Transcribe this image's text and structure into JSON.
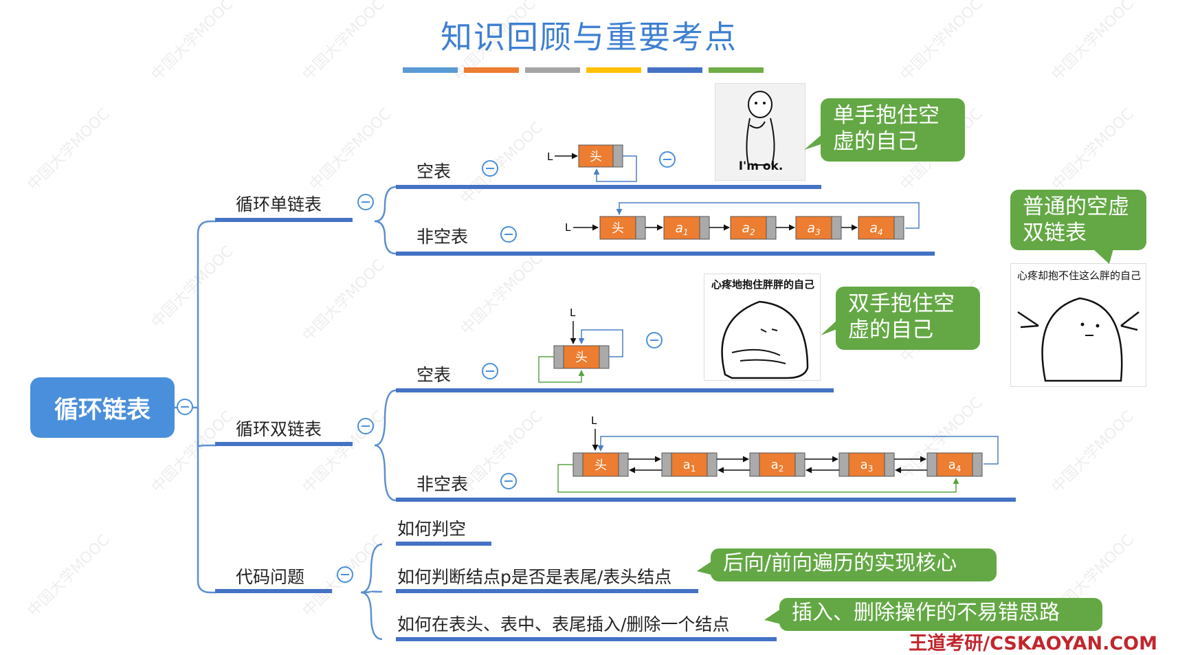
{
  "title": "知识回顾与重要考点",
  "title_bar_colors": [
    "#5b9bd5",
    "#ed7d31",
    "#a5a5a5",
    "#ffc000",
    "#4472c4",
    "#70ad47"
  ],
  "root": "循环链表",
  "branches": {
    "single": {
      "label": "循环单链表",
      "empty": "空表",
      "nonempty": "非空表"
    },
    "double": {
      "label": "循环双链表",
      "empty": "空表",
      "nonempty": "非空表"
    },
    "code": {
      "label": "代码问题",
      "items": [
        "如何判空",
        "如何判断结点p是否是表尾/表头结点",
        "如何在表头、表中、表尾插入/删除一个结点"
      ]
    }
  },
  "diagram": {
    "pointer": "L",
    "head": "头",
    "nodes": [
      "a",
      "a",
      "a",
      "a"
    ],
    "subscripts": [
      "1",
      "2",
      "3",
      "4"
    ]
  },
  "callouts": {
    "single_empty": "单手抱住空虚的自己",
    "double_empty": "双手抱住空虚的自己",
    "double_empty_alt": "普通的空虚双链表",
    "code_tail": "后向/前向遍历的实现核心",
    "code_insert": "插入、删除操作的不易错思路"
  },
  "memes": {
    "im_ok": "I'm ok.",
    "hug_caption": "心疼地抱住胖胖的自己",
    "cant_hug_caption": "心疼却抱不住这么胖的自己"
  },
  "watermark": "中国大学MOOC",
  "footer": "王道考研/CSKAOYAN.COM",
  "colors": {
    "accent": "#4a8fdb",
    "node_orange": "#ed7d31",
    "callout_green": "#63a844",
    "footer_red": "#c0272d"
  }
}
